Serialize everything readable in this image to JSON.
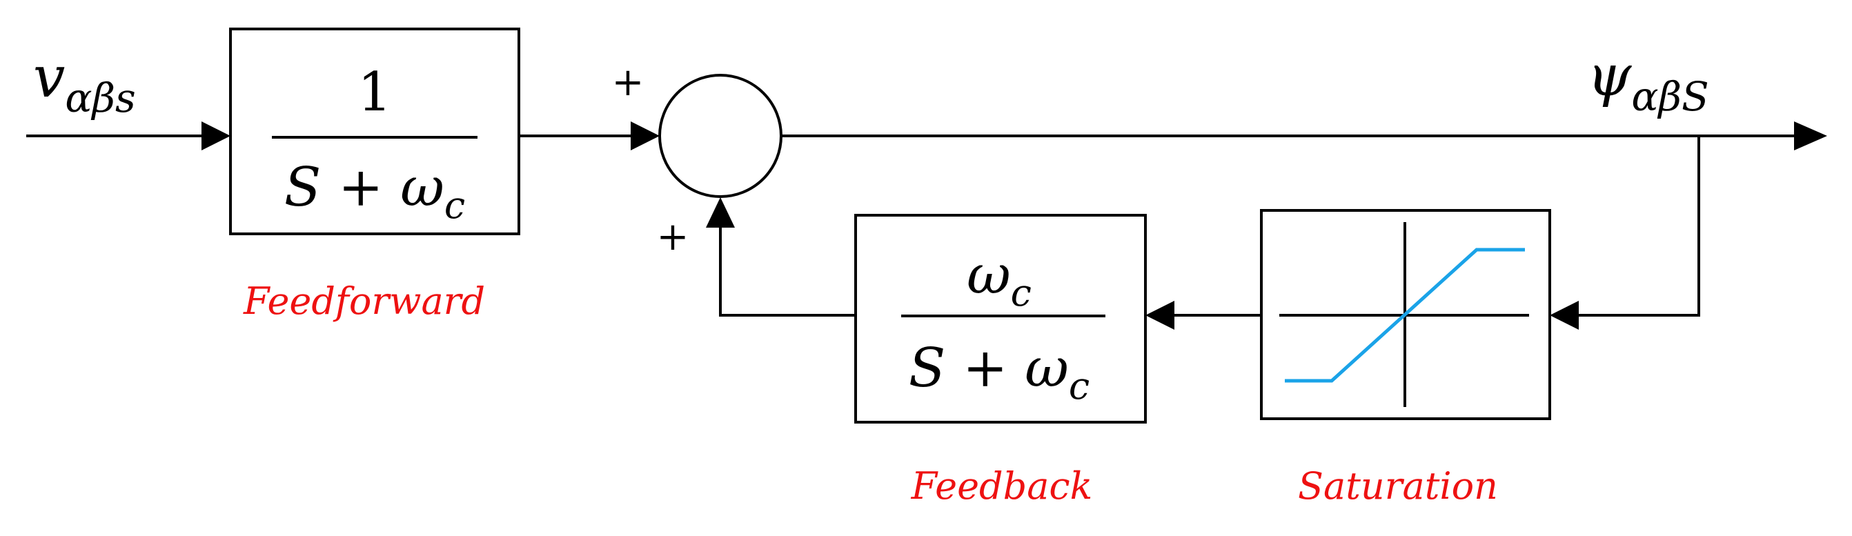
{
  "diagram": {
    "input": {
      "main": "v",
      "sub": "αβs"
    },
    "output": {
      "main": "ψ",
      "sub": "αβS"
    },
    "feedforward_block": {
      "numerator": "1",
      "denominator_main": "S + ω",
      "denominator_sub": "c",
      "label": "Feedforward"
    },
    "feedback_block": {
      "numerator_main": "ω",
      "numerator_sub": "c",
      "denominator_main": "S + ω",
      "denominator_sub": "c",
      "label": "Feedback"
    },
    "saturation_block": {
      "label": "Saturation",
      "curve_color": "#1aa3e8"
    },
    "summing_junction": {
      "top_sign": "+",
      "bottom_sign": "+"
    },
    "label_color": "#ee1111"
  }
}
